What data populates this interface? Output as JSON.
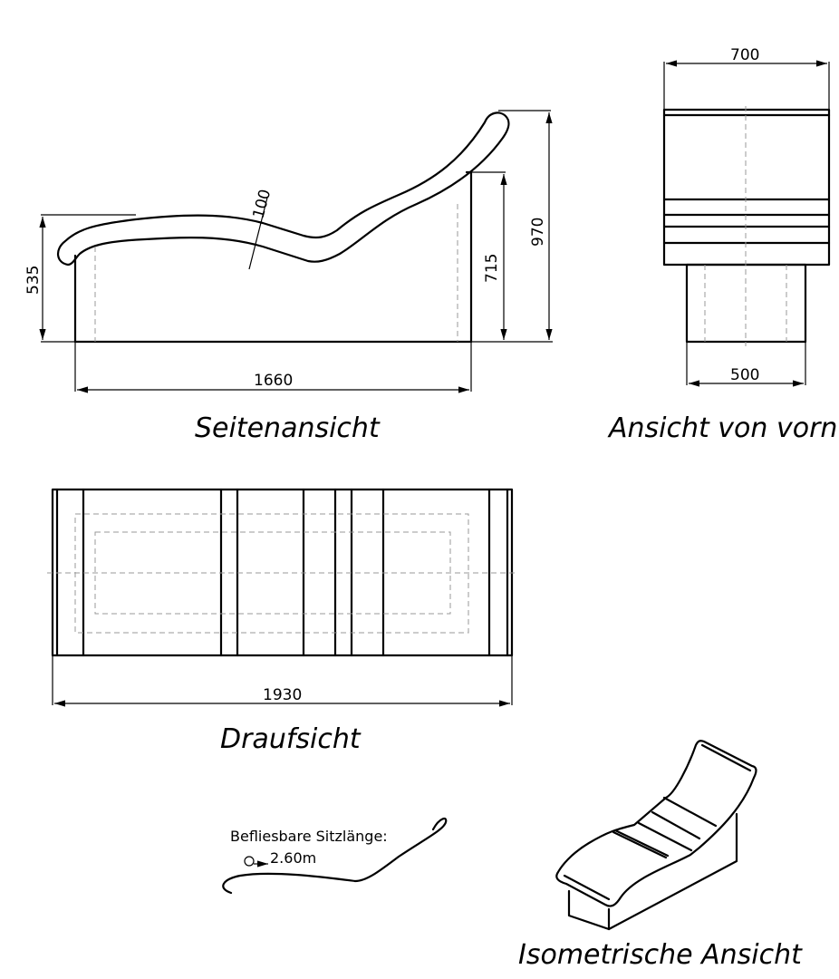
{
  "views": {
    "side": {
      "title": "Seitenansicht",
      "dims": {
        "length": "1660",
        "height_front": "535",
        "height_post": "715",
        "height_total": "970",
        "thickness": "100"
      }
    },
    "front": {
      "title": "Ansicht von vorn",
      "dims": {
        "top_width": "700",
        "base_width": "500"
      }
    },
    "top": {
      "title": "Draufsicht",
      "dims": {
        "length": "1930"
      }
    },
    "isometric": {
      "title": "Isometrische Ansicht"
    }
  },
  "note": {
    "label": "Befliesbare Sitzlänge:",
    "value": "2.60m"
  }
}
